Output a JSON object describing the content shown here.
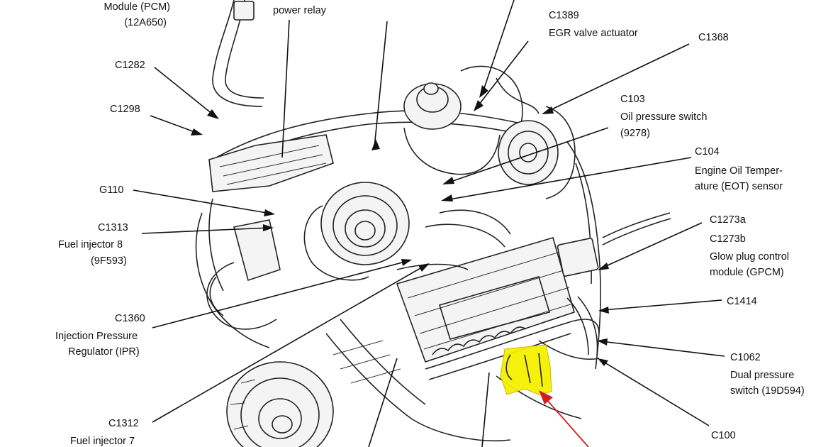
{
  "labels": {
    "pcm": {
      "lines": [
        "Module (PCM)",
        "(12A650)"
      ]
    },
    "power_relay": {
      "lines": [
        "power relay"
      ]
    },
    "c1389": {
      "lines": [
        "C1389",
        "EGR valve actuator"
      ]
    },
    "c1368": {
      "lines": [
        "C1368"
      ]
    },
    "c1282": {
      "lines": [
        "C1282"
      ]
    },
    "c1298": {
      "lines": [
        "C1298"
      ]
    },
    "c103": {
      "lines": [
        "C103",
        "Oil pressure switch",
        "(9278)"
      ]
    },
    "c104": {
      "lines": [
        "C104",
        "Engine Oil Temper-",
        "ature (EOT) sensor"
      ]
    },
    "g110": {
      "lines": [
        "G110"
      ]
    },
    "c1313": {
      "lines": [
        "C1313",
        "Fuel injector 8",
        "(9F593)"
      ]
    },
    "c1273": {
      "lines": [
        "C1273a",
        "C1273b",
        "Glow plug control",
        "module (GPCM)"
      ]
    },
    "c1414": {
      "lines": [
        "C1414"
      ]
    },
    "c1360": {
      "lines": [
        "C1360",
        "Injection Pressure",
        "Regulator (IPR)"
      ]
    },
    "c1062": {
      "lines": [
        "C1062",
        "Dual pressure",
        "switch (19D594)"
      ]
    },
    "c1312": {
      "lines": [
        "C1312",
        "Fuel injector 7"
      ]
    },
    "c100": {
      "lines": [
        "C100"
      ]
    }
  },
  "colors": {
    "highlight": "#f4f000",
    "pointer_arrow": "#d21e1e",
    "line": "#111111"
  }
}
